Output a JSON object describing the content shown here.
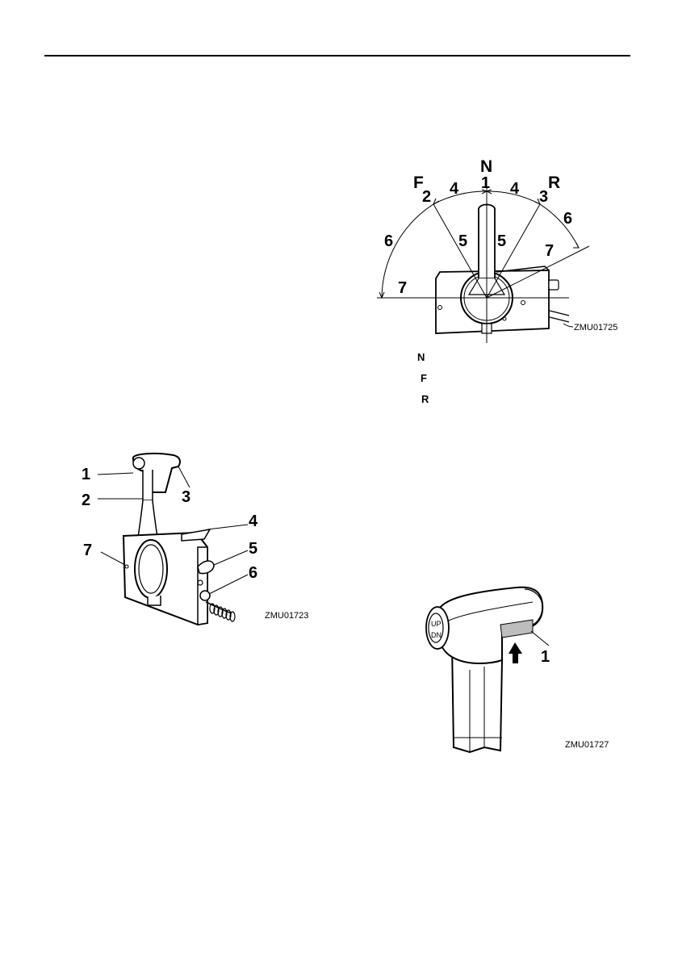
{
  "figures": {
    "remote_control_box": {
      "code": "ZMU01723",
      "callouts": [
        "1",
        "2",
        "3",
        "4",
        "5",
        "6",
        "7"
      ]
    },
    "lever_positions": {
      "code": "ZMU01725",
      "letters": {
        "neutral": "N",
        "forward": "F",
        "reverse": "R"
      },
      "callouts": {
        "n1": "1",
        "f2": "2",
        "r3": "3",
        "a4": "4",
        "b4": "4",
        "a5": "5",
        "b5": "5",
        "a6": "6",
        "b6": "6",
        "a7": "7",
        "b7": "7"
      }
    },
    "lever_handle": {
      "code": "ZMU01727",
      "callout": "1",
      "switch_up": "UP",
      "switch_dn": "DN"
    }
  },
  "legend": [
    "N",
    "F",
    "R"
  ],
  "colors": {
    "ink": "#000000",
    "paper": "#ffffff",
    "gray_fill": "#bdbdbd"
  }
}
